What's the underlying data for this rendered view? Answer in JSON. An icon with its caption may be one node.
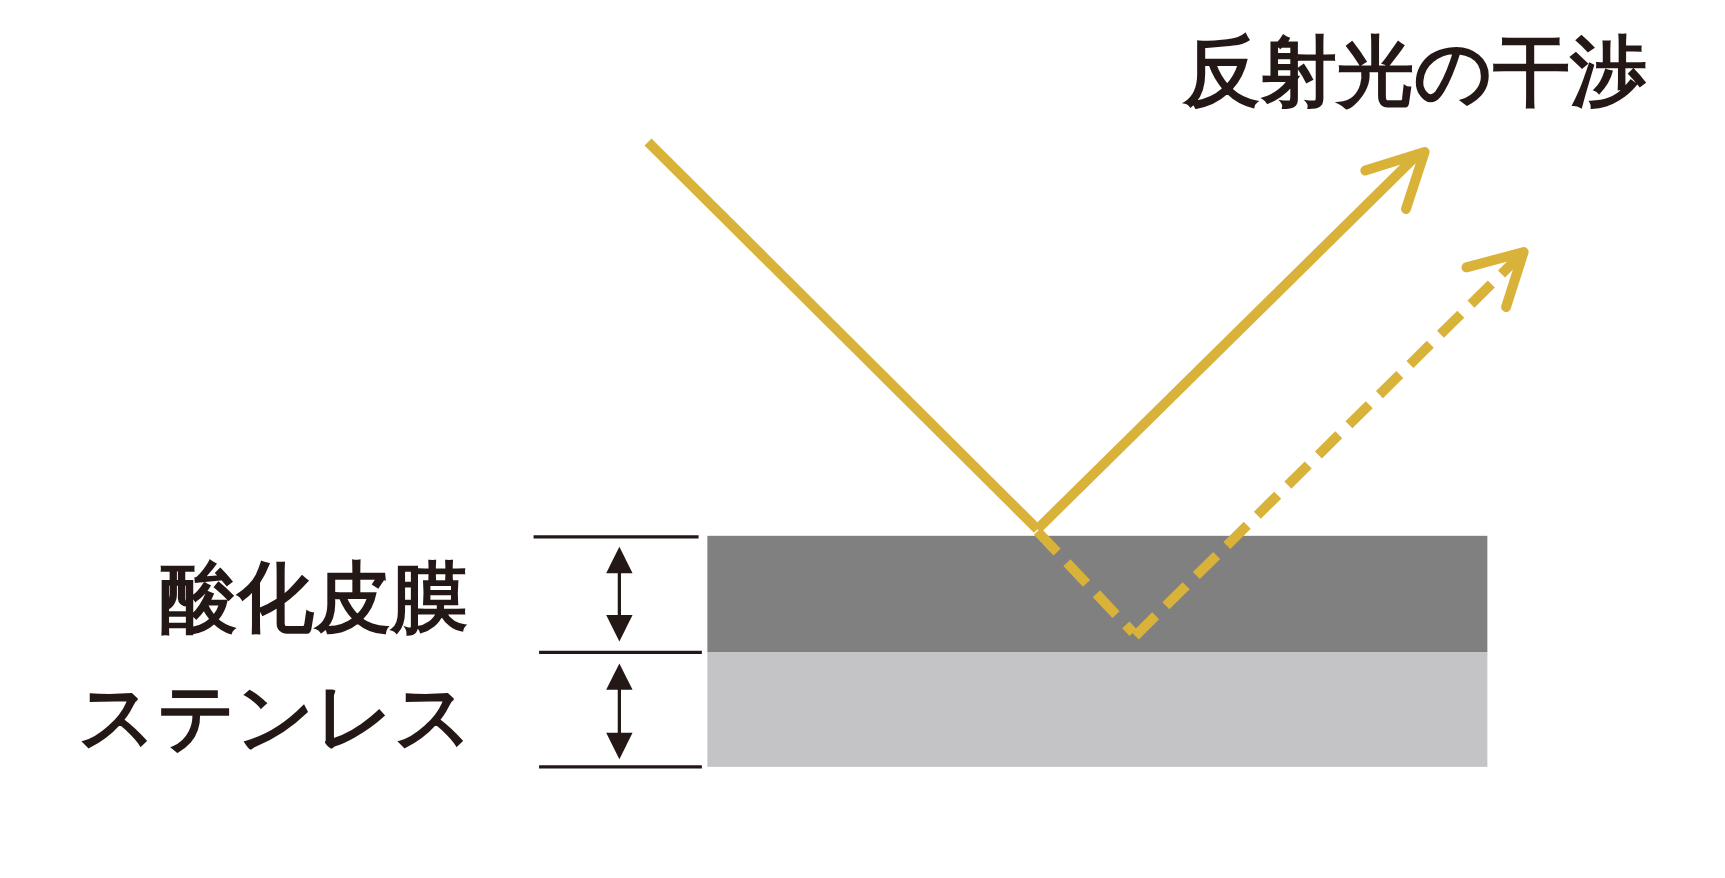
{
  "diagram": {
    "labels": [
      "反射光の干渉",
      "酸化皮膜",
      "ステンレス"
    ]
  }
}
